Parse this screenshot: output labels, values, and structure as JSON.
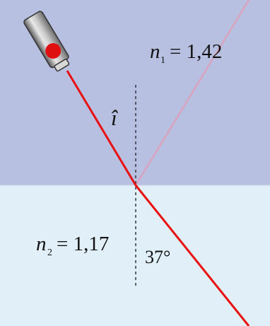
{
  "media": {
    "upper_label": {
      "n": "n",
      "sub": "1",
      "value": "= 1,42"
    },
    "lower_label": {
      "n": "n",
      "sub": "2",
      "value": "= 1,17"
    },
    "incidence_symbol": "î",
    "refraction_angle": "37°"
  },
  "colors": {
    "upper_medium": "#b8c0e2",
    "lower_medium": "#e1eff8",
    "ray": "#e81010",
    "reflected_ray": "#d9a3bd",
    "normal_line": "#333333",
    "laser_body": "#9a9a9a",
    "laser_dot": "#e01010"
  }
}
